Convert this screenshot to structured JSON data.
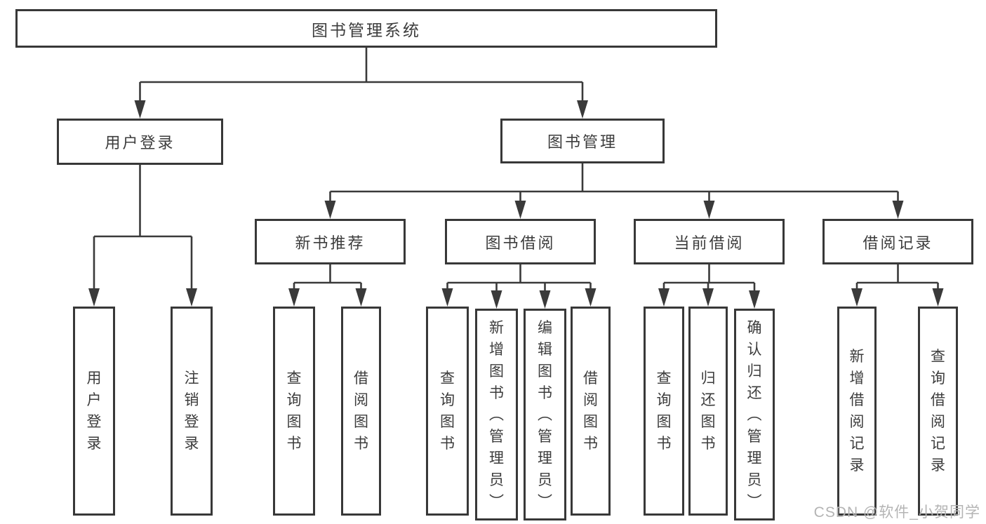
{
  "nodes": {
    "root": "图书管理系统",
    "user_login_group": "用户登录",
    "book_mgmt": "图书管理",
    "new_book_rec": "新书推荐",
    "book_borrow": "图书借阅",
    "current_borrow": "当前借阅",
    "borrow_records": "借阅记录",
    "user_login": "用户登录",
    "logout": "注销登录",
    "nbr_query": "查询图书",
    "nbr_borrow": "借阅图书",
    "bb_query": "查询图书",
    "bb_add": "新增图书（管理员）",
    "bb_edit": "编辑图书（管理员）",
    "bb_borrow": "借阅图书",
    "cb_query": "查询图书",
    "cb_return": "归还图书",
    "cb_confirm": "确认归还（管理员）",
    "br_add": "新增借阅记录",
    "br_query": "查询借阅记录"
  },
  "hierarchy": {
    "图书管理系统": {
      "用户登录": [
        "用户登录",
        "注销登录"
      ],
      "图书管理": {
        "新书推荐": [
          "查询图书",
          "借阅图书"
        ],
        "图书借阅": [
          "查询图书",
          "新增图书（管理员）",
          "编辑图书（管理员）",
          "借阅图书"
        ],
        "当前借阅": [
          "查询图书",
          "归还图书",
          "确认归还（管理员）"
        ],
        "借阅记录": [
          "新增借阅记录",
          "查询借阅记录"
        ]
      }
    }
  },
  "watermark": "CSDN @软件_小贺同学",
  "colors": {
    "line": "#3a3a3a",
    "box_border": "#383838",
    "box_fill": "#ffffff",
    "text": "#3c3c3c",
    "watermark": "#b4b4b4",
    "background": "#ffffff"
  }
}
